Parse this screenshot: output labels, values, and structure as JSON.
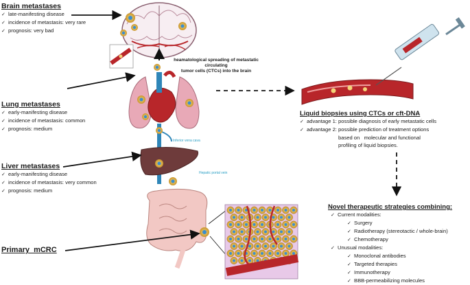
{
  "brain": {
    "title": "Brain metastases",
    "items": [
      "late-manifesting disease",
      "incidence of metastasis: very rare",
      "prognosis: very bad"
    ]
  },
  "lung": {
    "title": "Lung metastases",
    "items": [
      "early-manifesting disease",
      "incidence of metastasis: common",
      "prognosis: medium"
    ]
  },
  "liver": {
    "title": "Liver metastases",
    "items": [
      "early-manifesting disease",
      "incidence of metastasis: very common",
      "prognosis: medium"
    ]
  },
  "primary": {
    "title": "Primary  mCRC"
  },
  "spreading_note": {
    "line1": "heamatological  spreading of metastatic circulating",
    "line2": "tumor cells (CTCs) into the brain"
  },
  "vessel_labels": {
    "ivc": "Inferior vena cava",
    "portal": "Hepatic portal vein"
  },
  "liquid": {
    "title": "Liquid biopsies using CTCs or cft-DNA",
    "adv1": "advantage 1: possible diagnosis of early metastatic cells",
    "adv2_lines": [
      "advantage 2: possible prediction of treatment options",
      "based on   molecular and functional",
      "profiling of liquid biopsies."
    ]
  },
  "novel": {
    "title": "Novel therapeutic strategies combining:",
    "current_label": "Current modalities:",
    "current": [
      "Surgery",
      "Radiotherapy (stereotactic / whole-brain)",
      "Chemotherapy"
    ],
    "unusual_label": "Unusual modalities:",
    "unusual": [
      "Monoclonal antibodies",
      "Targeted therapies",
      "Immunotherapy",
      "BBB-permeabilizing molecules"
    ]
  },
  "colors": {
    "vessel_red": "#b8262a",
    "vessel_blue": "#2f86b8",
    "tumor_cell": "#d9b24a",
    "nucleus": "#3a8ecf",
    "liver": "#6e3b3b",
    "lung": "#e8a9b7",
    "intestine": "#f2c8c4",
    "cell_bg": "#e8c9e8"
  },
  "icons": [
    "checkmark-icon",
    "syringe-icon",
    "arrow-icon"
  ]
}
